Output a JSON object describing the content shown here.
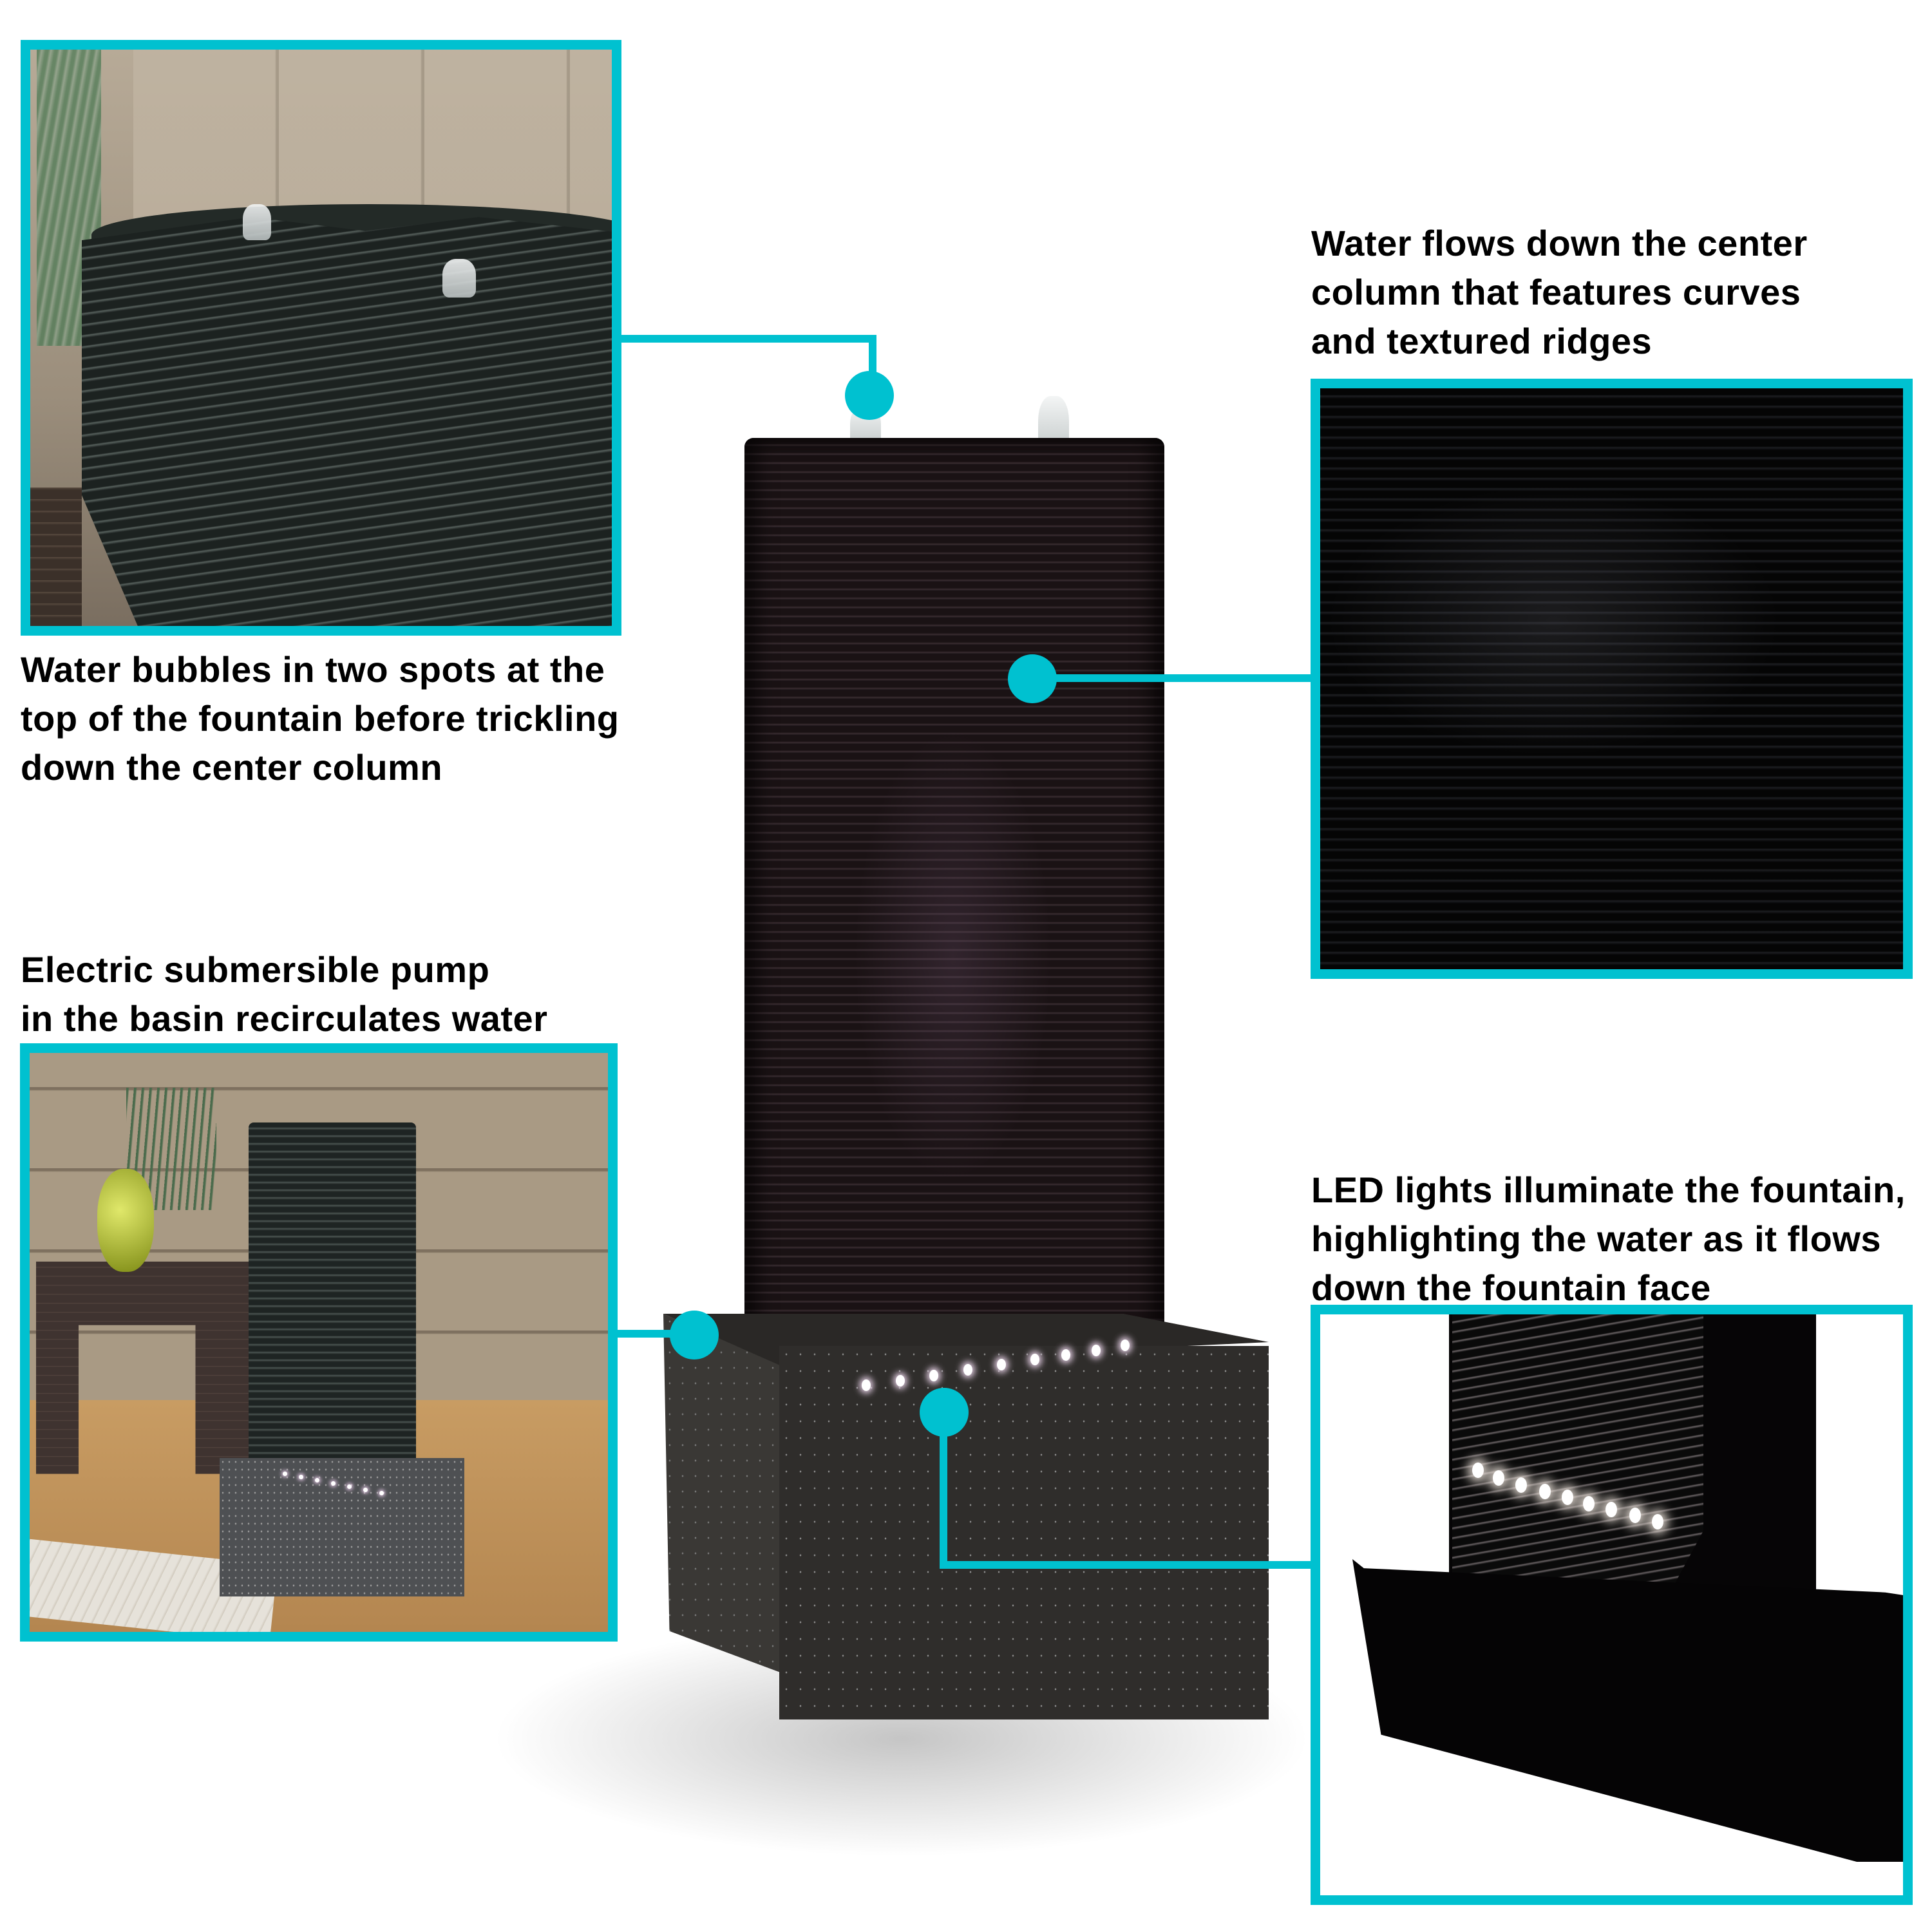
{
  "theme": {
    "accent": "#00C1D0",
    "text": "#000000",
    "background": "#ffffff"
  },
  "callouts": {
    "top_left": {
      "caption": "Water bubbles in two spots at the\ntop of the fountain before trickling\ndown the center column",
      "image_alt": "Close-up of the curved top of the fountain with two bubblers"
    },
    "top_right": {
      "caption": "Water flows down the center\ncolumn that features curves\nand textured ridges",
      "image_alt": "Close-up of textured ridges on the dark center column with water"
    },
    "bottom_left": {
      "caption": "Electric submersible pump\nin the basin recirculates water",
      "image_alt": "Fountain on a patio next to a wicker side table and stone wall"
    },
    "bottom_right": {
      "caption": "LED lights illuminate the fountain,\nhighlighting the water as it flows\ndown the fountain face",
      "image_alt": "Fountain base at night with row of glowing LED lights"
    }
  },
  "product": {
    "name_alt": "Tall black rectangular cascading water fountain with ridged center column and granite-look basin",
    "led_count": 9
  }
}
